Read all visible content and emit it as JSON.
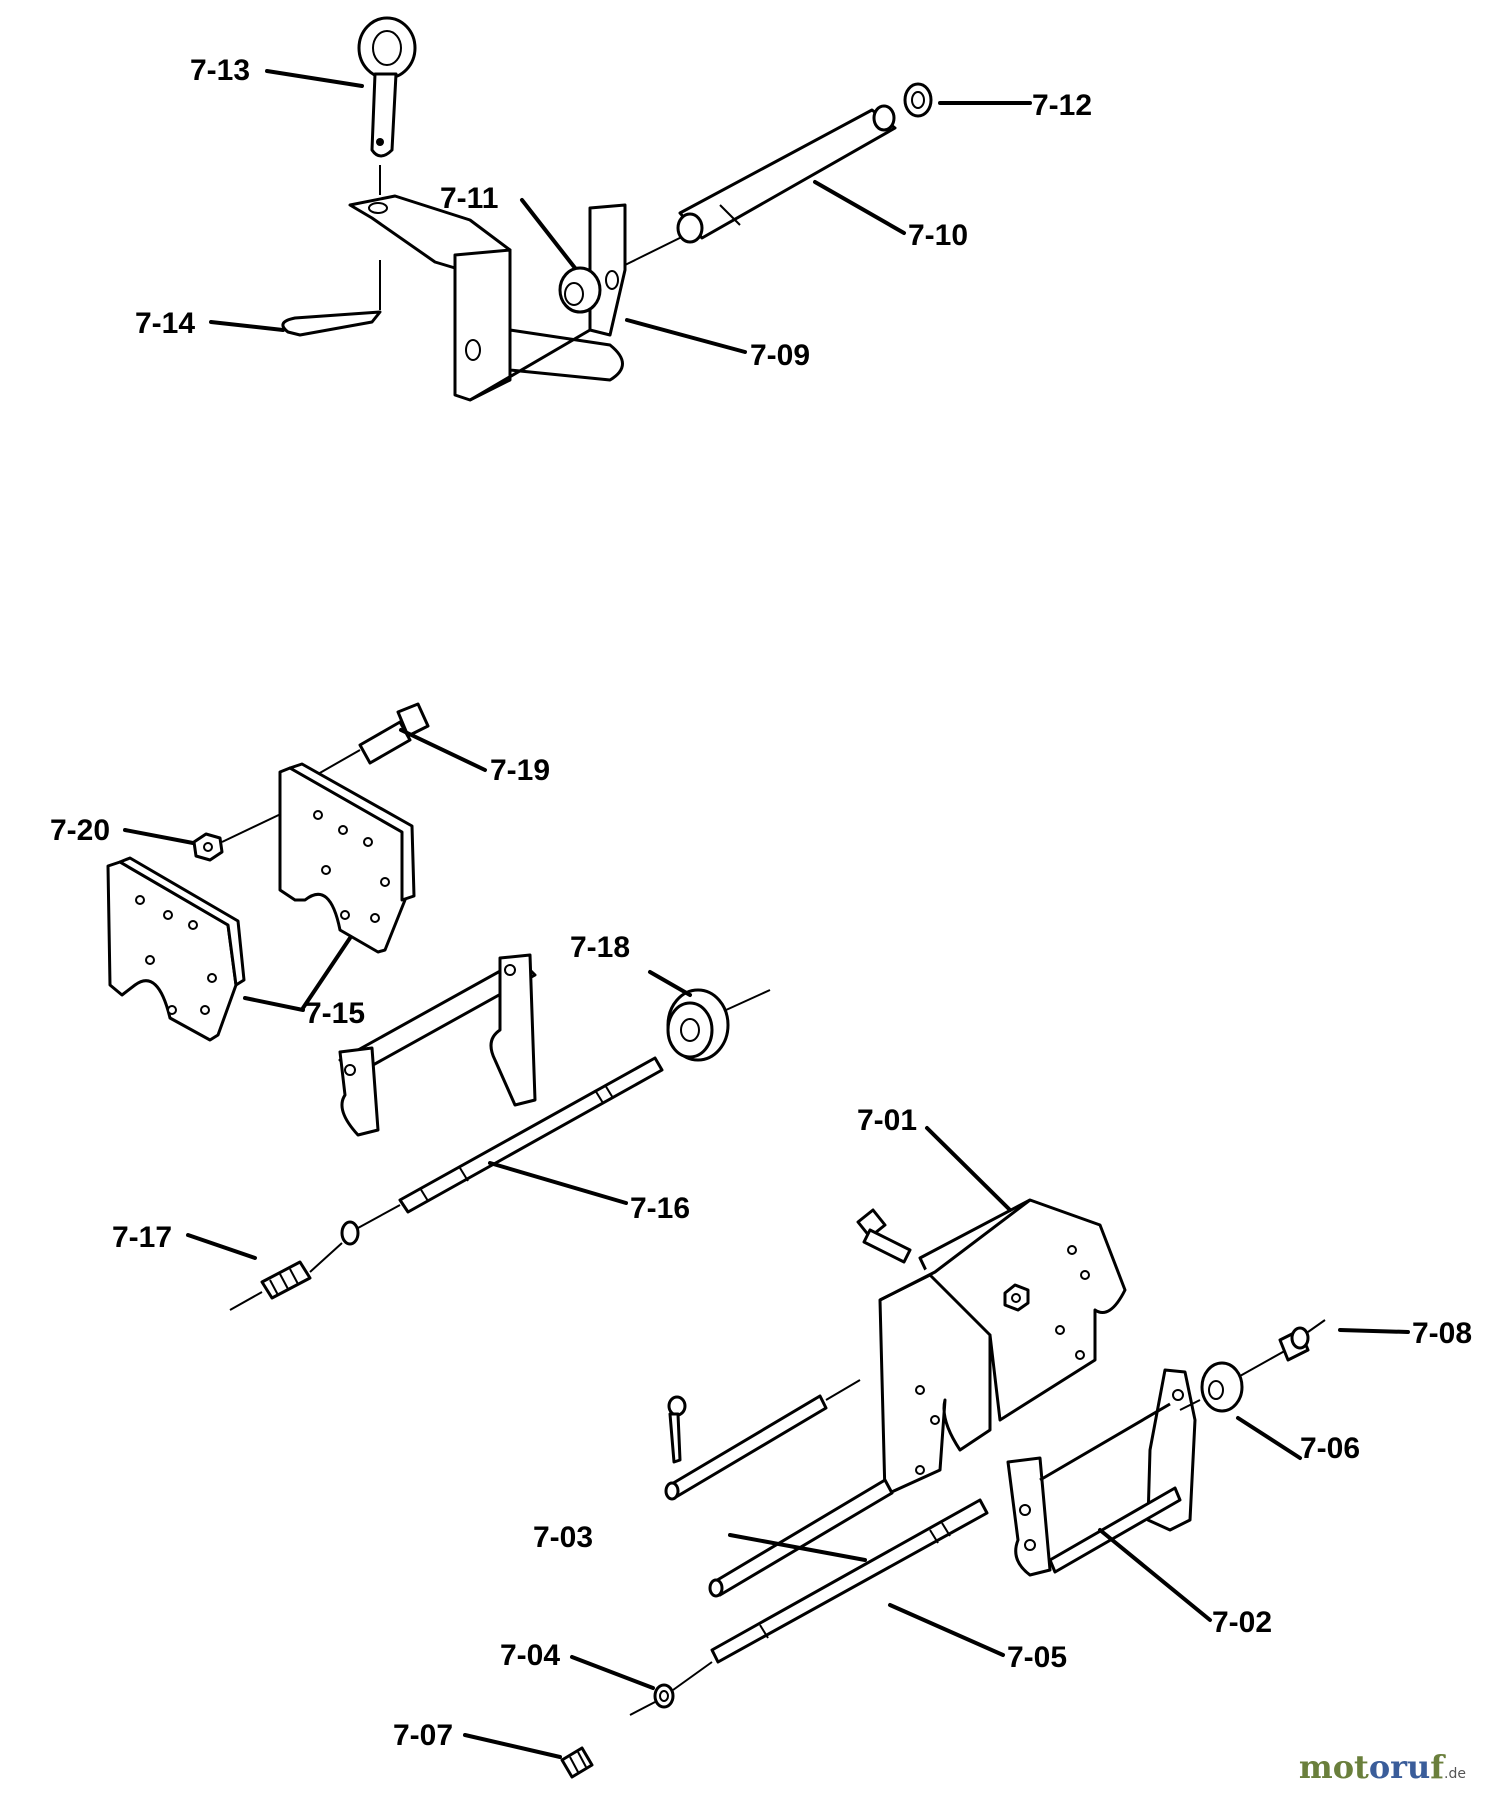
{
  "labels": {
    "p_7_01": "7-01",
    "p_7_02": "7-02",
    "p_7_03": "7-03",
    "p_7_04": "7-04",
    "p_7_05": "7-05",
    "p_7_06": "7-06",
    "p_7_07": "7-07",
    "p_7_08": "7-08",
    "p_7_09": "7-09",
    "p_7_10": "7-10",
    "p_7_11": "7-11",
    "p_7_12": "7-12",
    "p_7_13": "7-13",
    "p_7_14": "7-14",
    "p_7_15": "7-15",
    "p_7_16": "7-16",
    "p_7_17": "7-17",
    "p_7_18": "7-18",
    "p_7_19": "7-19",
    "p_7_20": "7-20"
  },
  "watermark": {
    "part1": "mot",
    "part2": "oru",
    "part3": "f",
    "tld": ".de"
  }
}
